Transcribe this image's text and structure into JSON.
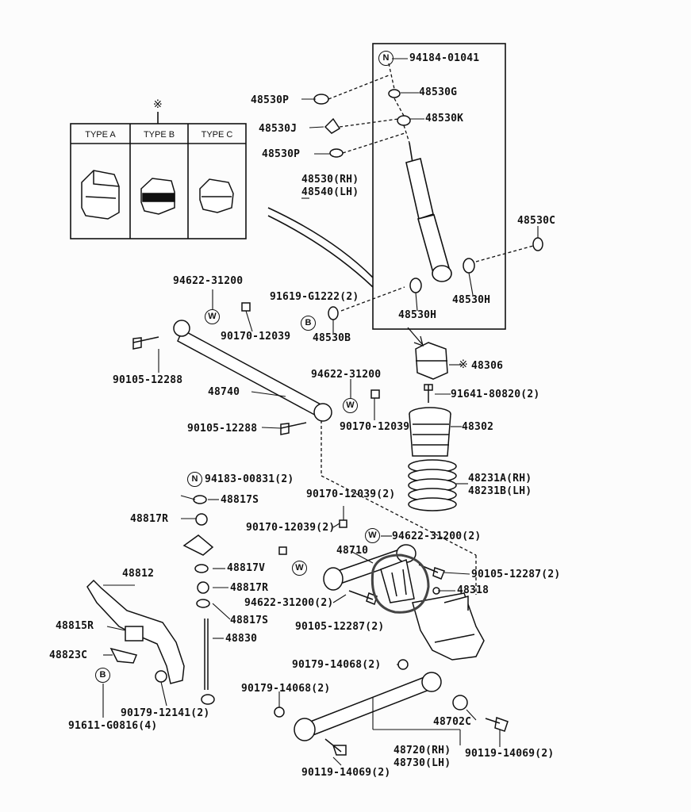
{
  "types": {
    "marker": "※",
    "headers": [
      "TYPE A",
      "TYPE B",
      "TYPE C"
    ]
  },
  "symbols": {
    "n": "N",
    "w": "W",
    "b": "B"
  },
  "labels": {
    "p94184": "94184-01041",
    "p48530G": "48530G",
    "p48530K": "48530K",
    "p48530P_top": "48530P",
    "p48530J": "48530J",
    "p48530P_mid": "48530P",
    "p48530_rh": "48530(RH)",
    "p48540_lh": "48540(LH)",
    "p48530C": "48530C",
    "p48530H_right": "48530H",
    "p48530H_mid": "48530H",
    "p48530B": "48530B",
    "p91619": "91619-G1222(2)",
    "p94622_top": "94622-31200",
    "p90170_top": "90170-12039",
    "p90105_12288_top": "90105-12288",
    "p48740": "48740",
    "p94622_mid": "94622-31200",
    "p90105_12288_mid": "90105-12288",
    "p90170_mid": "90170-12039",
    "p48306": "48306",
    "p48306_mark": "※",
    "p91641": "91641-80820(2)",
    "p48302": "48302",
    "p48231A": "48231A(RH)",
    "p48231B": "48231B(LH)",
    "p94183": "94183-00831(2)",
    "p48817S_top": "48817S",
    "p90170_12039_2a": "90170-12039(2)",
    "p48817R_top": "48817R",
    "p90170_12039_2b": "90170-12039(2)",
    "p94622_2": "94622-31200(2)",
    "p48710": "48710",
    "p90105_12287_right": "90105-12287(2)",
    "p48318": "48318",
    "p48812": "48812",
    "p48817V": "48817V",
    "p48817R_bot": "48817R",
    "p94622_low": "94622-31200(2)",
    "p48817S_bot": "48817S",
    "p48815R": "48815R",
    "p48830": "48830",
    "p90105_12287_low": "90105-12287(2)",
    "p48823C": "48823C",
    "p90179_14068_a": "90179-14068(2)",
    "p90179_14068_b": "90179-14068(2)",
    "p90179_12141": "90179-12141(2)",
    "p91611": "91611-G0816(4)",
    "p48702C": "48702C",
    "p90119_14069_right": "90119-14069(2)",
    "p48720": "48720(RH)",
    "p48730": "48730(LH)",
    "p90119_14069_low": "90119-14069(2)"
  }
}
